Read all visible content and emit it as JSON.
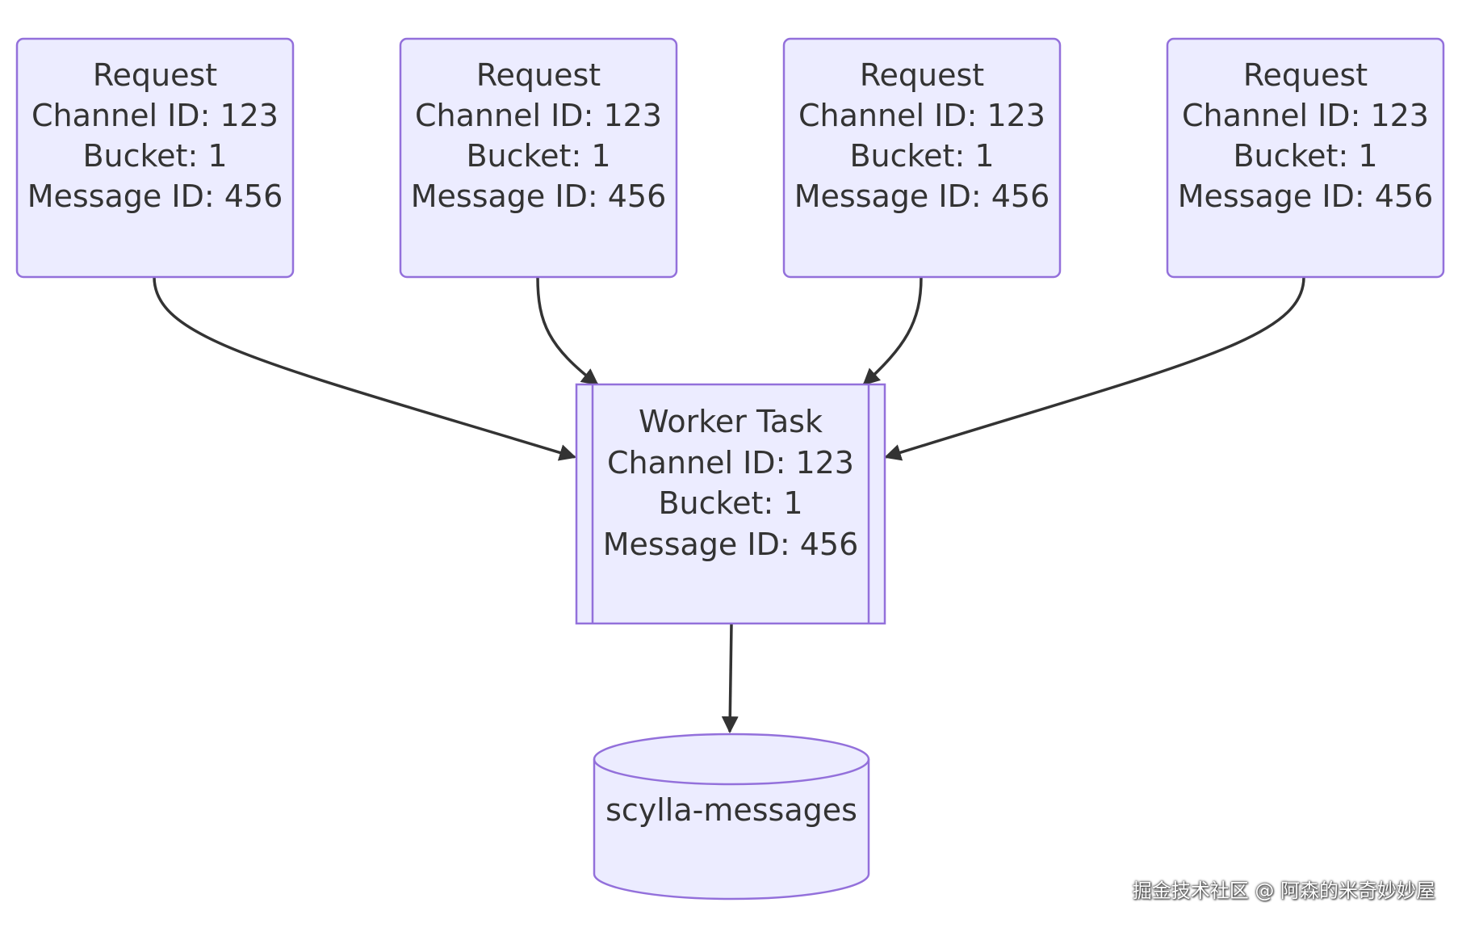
{
  "diagram": {
    "type": "flowchart",
    "colors": {
      "node_fill": "#ECECFF",
      "node_stroke": "#9370DB",
      "edge": "#333333",
      "text": "#333333"
    },
    "requests": [
      {
        "line1": "Request",
        "line2": "Channel ID: 123",
        "line3": "Bucket: 1",
        "line4": "Message ID: 456"
      },
      {
        "line1": "Request",
        "line2": "Channel ID: 123",
        "line3": "Bucket: 1",
        "line4": "Message ID: 456"
      },
      {
        "line1": "Request",
        "line2": "Channel ID: 123",
        "line3": "Bucket: 1",
        "line4": "Message ID: 456"
      },
      {
        "line1": "Request",
        "line2": "Channel ID: 123",
        "line3": "Bucket: 1",
        "line4": "Message ID: 456"
      }
    ],
    "worker": {
      "line1": "Worker Task",
      "line2": "Channel ID: 123",
      "line3": "Bucket: 1",
      "line4": "Message ID: 456"
    },
    "database": {
      "label": "scylla-messages"
    },
    "edges": [
      {
        "from": "request-1",
        "to": "worker-task"
      },
      {
        "from": "request-2",
        "to": "worker-task"
      },
      {
        "from": "request-3",
        "to": "worker-task"
      },
      {
        "from": "request-4",
        "to": "worker-task"
      },
      {
        "from": "worker-task",
        "to": "scylla-messages"
      }
    ]
  },
  "watermark": "掘金技术社区 @ 阿森的米奇妙妙屋"
}
